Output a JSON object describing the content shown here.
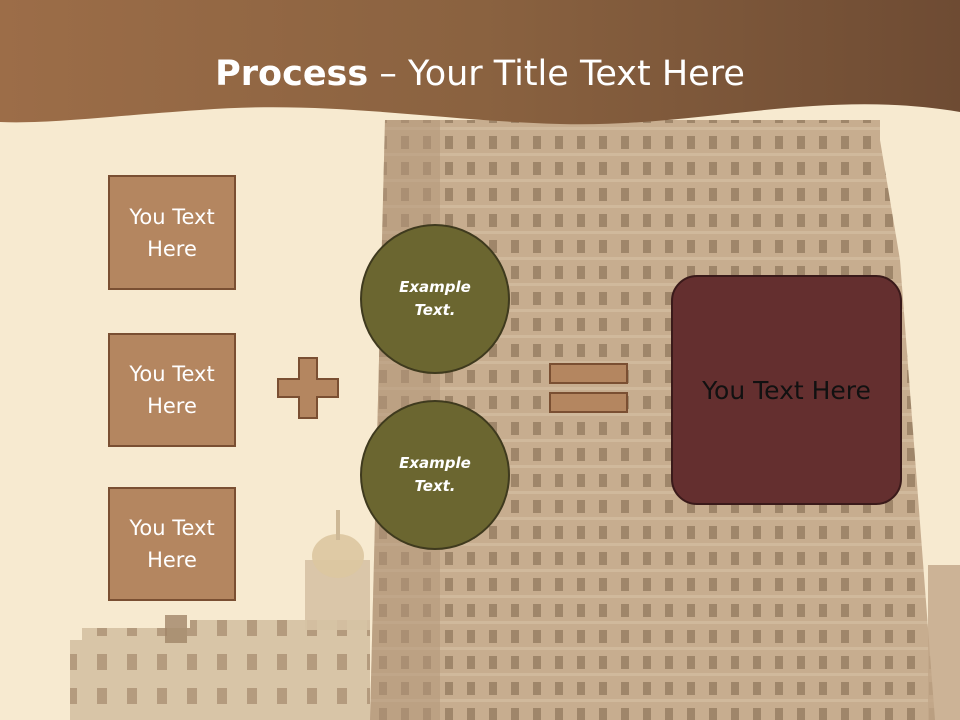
{
  "title": {
    "bold": "Process",
    "rest": " – Your Title Text Here"
  },
  "boxes": [
    {
      "label": "You Text Here"
    },
    {
      "label": "You Text Here"
    },
    {
      "label": "You Text Here"
    }
  ],
  "circles": [
    {
      "label": "Example Text."
    },
    {
      "label": "Example Text."
    }
  ],
  "result": {
    "label": "You Text Here"
  },
  "colors": {
    "banner": "#8a6240",
    "background": "#f7ead0",
    "box_fill": "#b48660",
    "circle_fill": "#6b6630",
    "result_fill": "#642f2f"
  },
  "icons": [
    "plus-icon",
    "equals-icon"
  ]
}
